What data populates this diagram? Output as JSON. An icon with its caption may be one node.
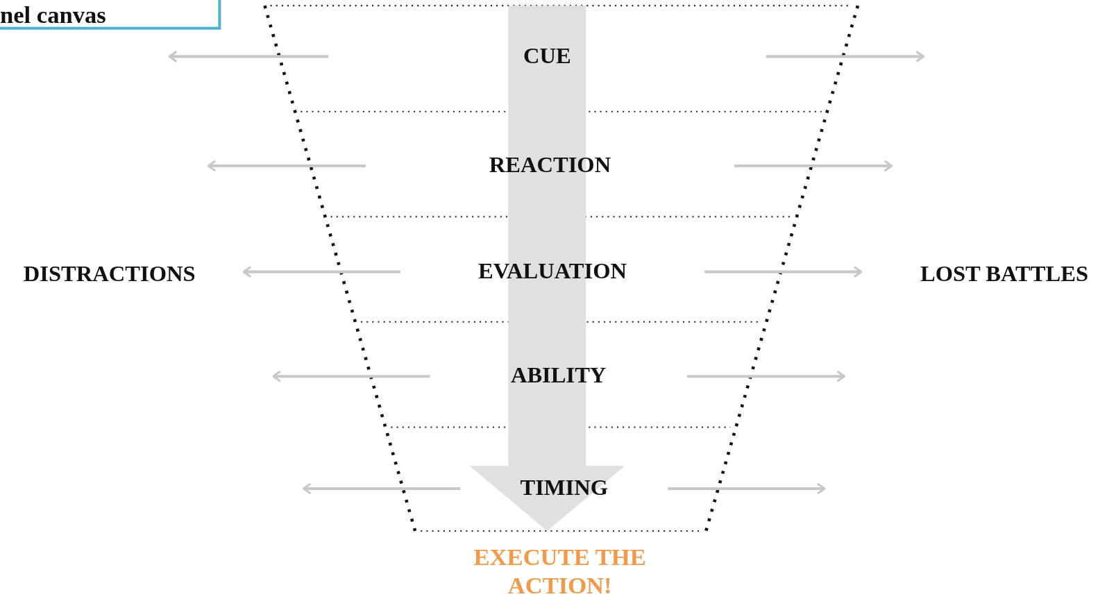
{
  "diagram": {
    "nodes": [
      {
        "text": [
          "nel canvas"
        ]
      },
      {
        "text": [
          "CUE"
        ]
      },
      {
        "text": [
          "REACTION"
        ]
      },
      {
        "text": [
          "EVALUATION"
        ]
      },
      {
        "text": [
          "ABILITY"
        ]
      },
      {
        "text": [
          "TIMING"
        ]
      },
      {
        "text": [
          "DISTRACTIONS"
        ]
      },
      {
        "text": [
          "LOST BATTLES"
        ]
      },
      {
        "text": [
          "EXECUTE THE ACTION!"
        ]
      }
    ],
    "edges": [
      {
        "from": 1,
        "to": 8,
        "arrow": "to",
        "style": "thick",
        "color": "#e0e0e0"
      }
    ]
  }
}
